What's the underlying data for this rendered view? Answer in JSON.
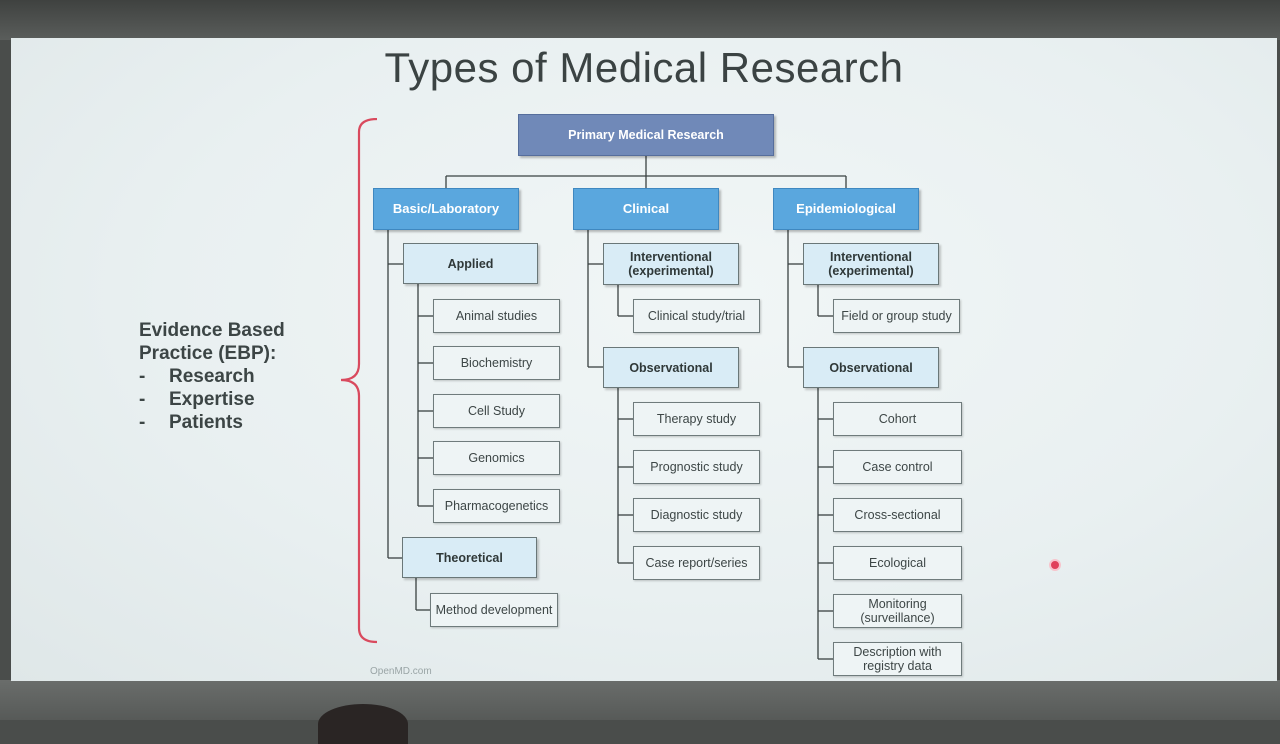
{
  "slide": {
    "title": "Types of Medical Research",
    "footer": "OpenMD.com"
  },
  "ebp": {
    "lines": [
      "Evidence Based",
      "Practice (EBP):"
    ],
    "items": [
      "Research",
      "Expertise",
      "Patients"
    ],
    "dash": "-"
  },
  "tree": {
    "root": "Primary Medical Research",
    "basic": {
      "label": "Basic/Laboratory",
      "applied": {
        "label": "Applied",
        "children": [
          "Animal studies",
          "Biochemistry",
          "Cell Study",
          "Genomics",
          "Pharmacogenetics"
        ]
      },
      "theoretical": {
        "label": "Theoretical",
        "children": [
          "Method development"
        ]
      }
    },
    "clinical": {
      "label": "Clinical",
      "interventional": {
        "label": "Interventional (experimental)",
        "children": [
          "Clinical study/trial"
        ]
      },
      "observational": {
        "label": "Observational",
        "children": [
          "Therapy study",
          "Prognostic study",
          "Diagnostic study",
          "Case report/series"
        ]
      }
    },
    "epidemiological": {
      "label": "Epidemiological",
      "interventional": {
        "label": "Interventional (experimental)",
        "children": [
          "Field or group study"
        ]
      },
      "observational": {
        "label": "Observational",
        "children": [
          "Cohort",
          "Case control",
          "Cross-sectional",
          "Ecological",
          "Monitoring (surveillance)",
          "Description with registry data"
        ]
      }
    }
  },
  "colors": {
    "root": "#7089b8",
    "category": "#5aa7de",
    "subcategory": "#d9ecf6",
    "bracket": "#d94a5e",
    "connector": "#3a4242"
  }
}
